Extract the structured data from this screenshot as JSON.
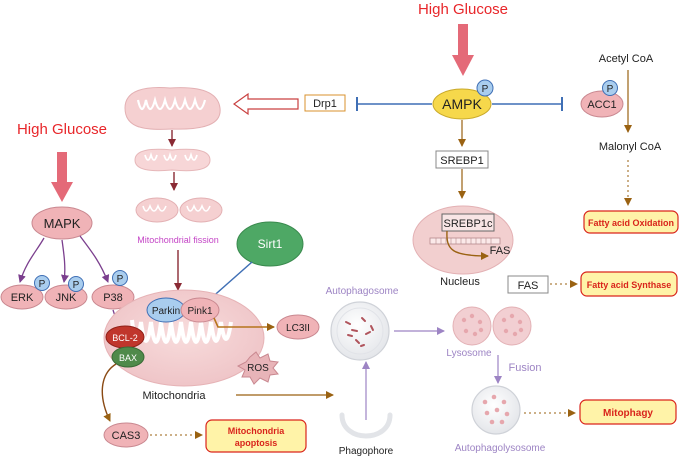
{
  "labels": {
    "high_glucose_top": "High Glucose",
    "high_glucose_left": "High Glucose",
    "ampk": "AMPK",
    "p": "P",
    "drp1": "Drp1",
    "acetyl_coa": "Acetyl CoA",
    "acc1": "ACC1",
    "malonyl_coa": "Malonyl CoA",
    "srebp1": "SREBP1",
    "srebp1c": "SREBP1c",
    "fas_nucleus": "FAS",
    "nucleus": "Nucleus",
    "fas": "FAS",
    "fatty_acid_oxidation": "Fatty acid Oxidation",
    "fatty_acid_synthase": "Fatty acid Synthase",
    "mitochondrial_fission": "Mitochondrial fission",
    "sirt1": "Sirt1",
    "mapk": "MAPK",
    "erk": "ERK",
    "jnk": "JNK",
    "p38": "P38",
    "parkin": "Parkin",
    "pink1": "Pink1",
    "lc3ii": "LC3II",
    "bcl2": "BCL-2",
    "bax": "BAX",
    "ros": "ROS",
    "mitochondria": "Mitochondria",
    "autophagosome": "Autophagosome",
    "lysosome": "Lysosome",
    "fusion": "Fusion",
    "phagophore": "Phagophore",
    "autophagolysosome": "Autophagolysosome",
    "mitophagy": "Mitophagy",
    "cas3": "CAS3",
    "mitochondria_apoptosis_line1": "Mitochondria",
    "mitochondria_apoptosis_line2": "apoptosis"
  },
  "colors": {
    "trigger_red": "#e8262a",
    "big_arrow": "#e46a78",
    "ampk_yellow": "#f6d84b",
    "p_circle": "#a9cdee",
    "inhibit_blue": "#3f6fb5",
    "pathway_brown": "#9a6212",
    "mapk_purple": "#7b3f8e",
    "autophagy_purple": "#9d84c4",
    "pink_node": "#f0b3b7",
    "outcome_fill": "#fff3a8",
    "outcome_text": "#d9241c",
    "sirt1_green": "#4ea865",
    "fission_magenta": "#c445c6"
  }
}
